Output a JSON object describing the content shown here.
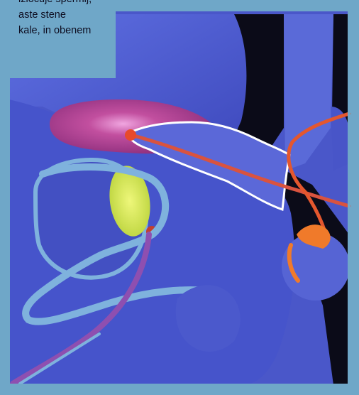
{
  "caption": {
    "lines": [
      "izločuje spermij,",
      "aste stene",
      "kale, in obenem"
    ]
  },
  "illustration": {
    "subject": "anatomical illustration",
    "colors": {
      "frame": "#6fa7c8",
      "body": "#4b5bd0",
      "body_dark": "#3a45b8",
      "background_dark": "#0b0b18",
      "magenta_gland": "#b3428f",
      "yellow_gland": "#d8e84a",
      "duct_orange": "#e4572e",
      "light_blue": "#7fb2dd",
      "white_outline": "#ffffff"
    }
  }
}
